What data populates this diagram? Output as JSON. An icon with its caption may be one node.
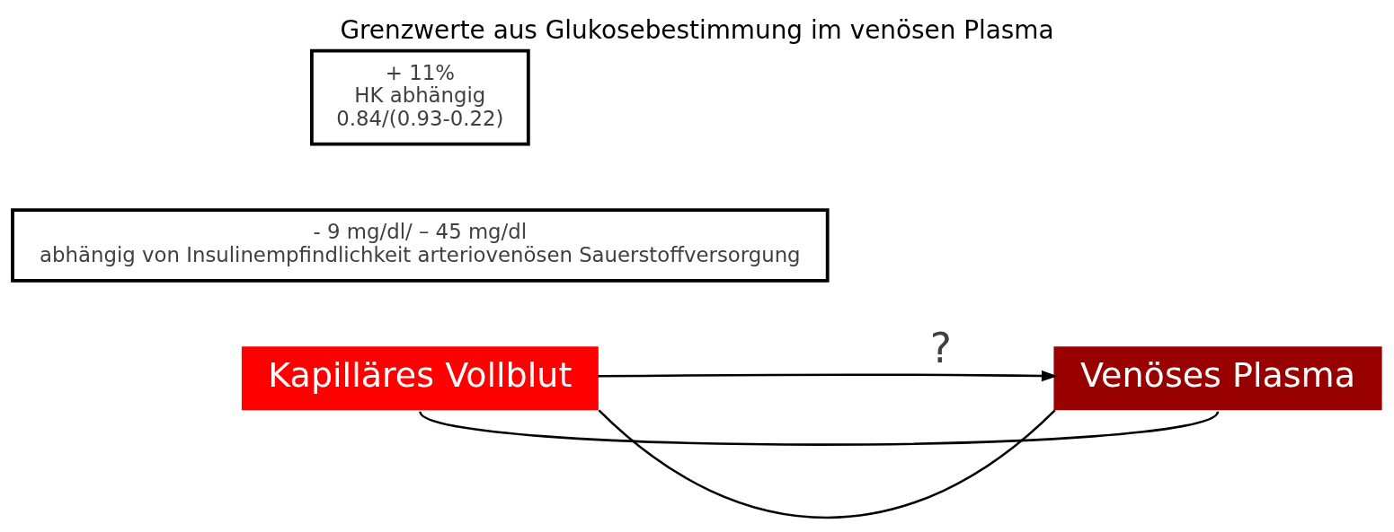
{
  "diagram": {
    "title": "Grenzwerte aus Glukosebestimmung im venösen Plasma",
    "nodes": [
      {
        "text": [
          "Kapilläres Vollblut"
        ]
      },
      {
        "text": [
          "Venöses Plasma"
        ]
      },
      {
        "text": [
          "- 9 mg/dl/ – 45 mg/dl",
          "abhängig von Insulinempfindlichkeit arteriovenösen Sauerstoffversorgung"
        ]
      },
      {
        "text": [
          "+ 11%",
          "HK abhängig",
          "0.84/(0.93-0.22)"
        ]
      }
    ],
    "edges": [
      {
        "from": 0,
        "to": 1,
        "arrow": "to",
        "label": "?"
      },
      {
        "from": 0,
        "to": 1,
        "arrow": "none"
      },
      {
        "from": 0,
        "to": 1,
        "arrow": "none"
      }
    ]
  }
}
